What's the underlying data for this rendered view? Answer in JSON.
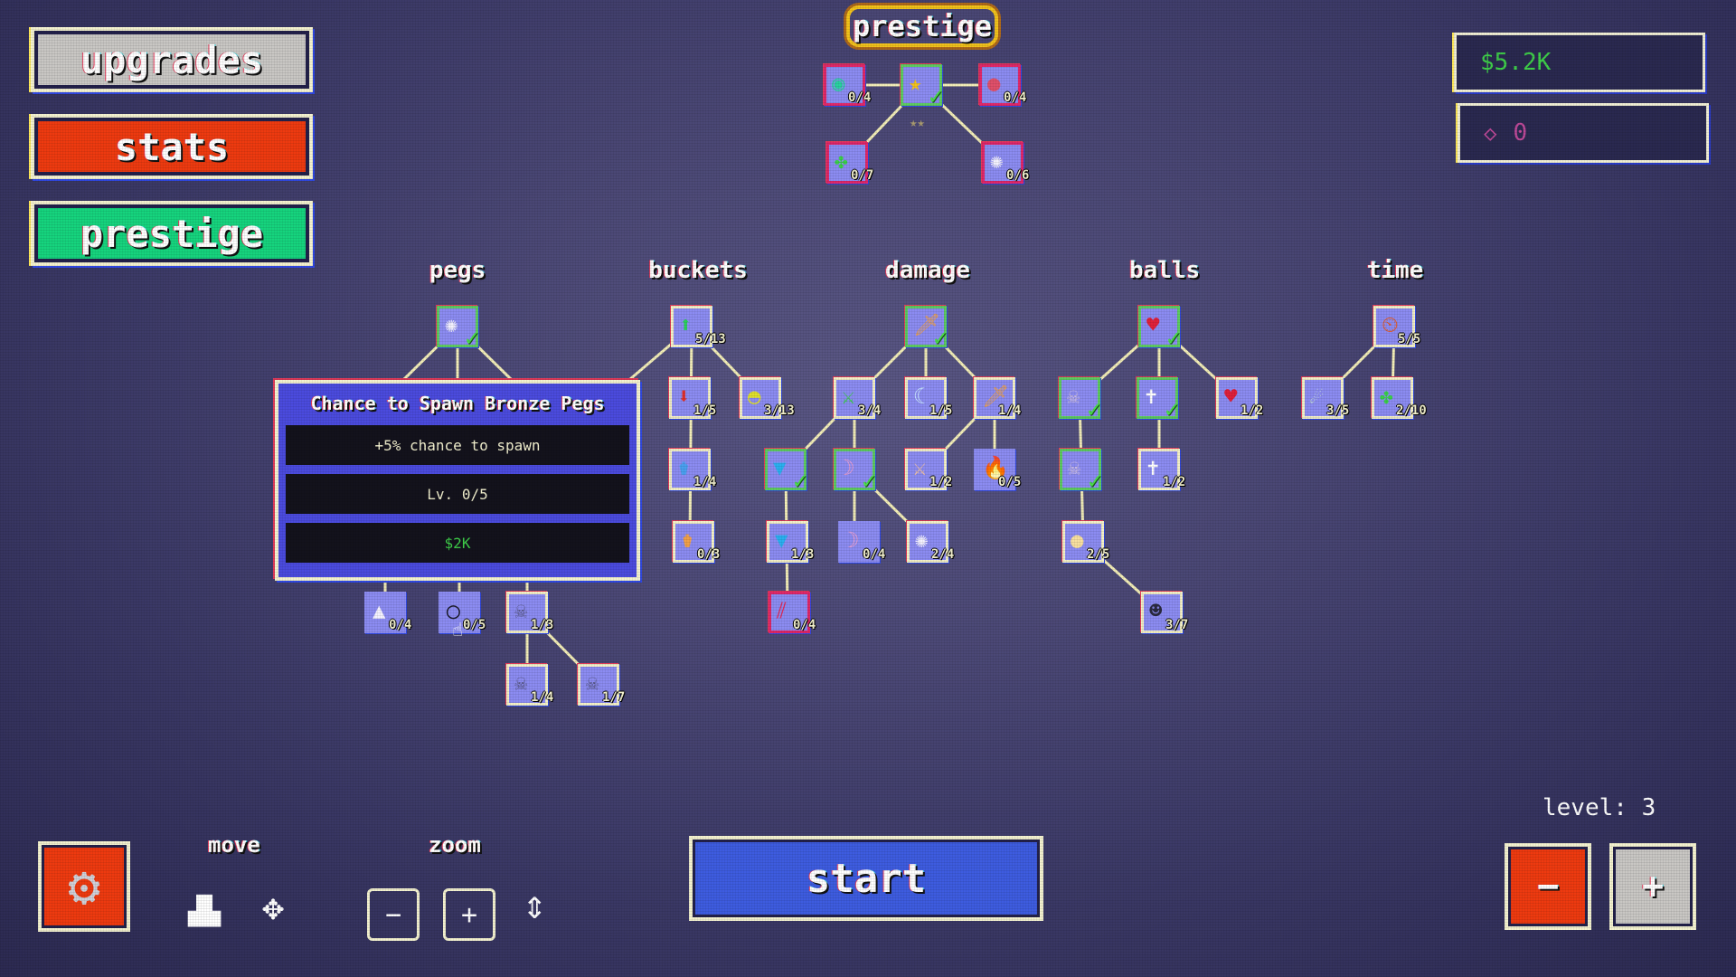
{
  "menu": {
    "upgrades": {
      "label": "upgrades",
      "color": "#c9c7c4"
    },
    "stats": {
      "label": "stats",
      "color": "#ee3a10"
    },
    "prestige": {
      "label": "prestige",
      "color": "#16d47e"
    }
  },
  "currency": {
    "money": "$5.2K",
    "money_color": "#3fcf4a",
    "gems": "0",
    "gem_icon": "diamond-icon",
    "gem_color": "#c04a9a"
  },
  "prestige_tree": {
    "title": "prestige",
    "nodes": [
      {
        "id": "p-lens",
        "icon": "magnifier-icon",
        "glyph": "🔍",
        "count": "0/4"
      },
      {
        "id": "p-star",
        "icon": "star-icon",
        "glyph": "★",
        "count": "",
        "purchased": true
      },
      {
        "id": "p-orb",
        "icon": "red-orb-icon",
        "glyph": "●",
        "count": "0/4"
      },
      {
        "id": "p-clover",
        "icon": "clover-icon",
        "glyph": "✤",
        "count": "0/7"
      },
      {
        "id": "p-peg",
        "icon": "peg-wheel-icon",
        "glyph": "✺",
        "count": "0/6"
      }
    ],
    "stars_hint": "★★"
  },
  "categories": [
    {
      "name": "pegs"
    },
    {
      "name": "buckets"
    },
    {
      "name": "damage"
    },
    {
      "name": "balls"
    },
    {
      "name": "time"
    }
  ],
  "pegs": [
    {
      "icon": "peg-wheel-icon",
      "glyph": "✺",
      "count": "",
      "purchased": true
    },
    {
      "icon": "triangle-peg-icon",
      "glyph": "▲",
      "count": "0/4"
    },
    {
      "icon": "bronze-ring-icon",
      "glyph": "◯",
      "count": "0/5"
    },
    {
      "icon": "skull-peg-icon",
      "glyph": "☠",
      "count": "1/3"
    },
    {
      "icon": "skull-peg-icon",
      "glyph": "☠",
      "count": "1/4"
    },
    {
      "icon": "skull-peg-icon",
      "glyph": "☠",
      "count": "1/7"
    }
  ],
  "buckets": [
    {
      "icon": "bucket-up-arrow-icon",
      "glyph": "⬆",
      "count": "5/13"
    },
    {
      "icon": "bucket-down-arrow-icon",
      "glyph": "⬇",
      "count": "1/5"
    },
    {
      "icon": "bucket-gold-icon",
      "glyph": "◓",
      "count": "3/13"
    },
    {
      "icon": "bucket-ball-icon",
      "glyph": "⚱",
      "count": "1/4"
    },
    {
      "icon": "bucket-plus-icon",
      "glyph": "⚱",
      "count": "0/3"
    }
  ],
  "damage": [
    {
      "icon": "sword-icon",
      "glyph": "🗡",
      "count": "",
      "purchased": true
    },
    {
      "icon": "green-sword-icon",
      "glyph": "⚔",
      "count": "3/4"
    },
    {
      "icon": "crescent-icon",
      "glyph": "☾",
      "count": "1/5"
    },
    {
      "icon": "sword-icon",
      "glyph": "🗡",
      "count": "1/4"
    },
    {
      "icon": "gem-funnel-icon",
      "glyph": "▼",
      "count": "",
      "purchased": true
    },
    {
      "icon": "scythe-icon",
      "glyph": "☽",
      "count": "",
      "purchased": true
    },
    {
      "icon": "sparkle-sword-icon",
      "glyph": "⚔",
      "count": "1/2"
    },
    {
      "icon": "fire-sword-icon",
      "glyph": "🔥",
      "count": "0/5"
    },
    {
      "icon": "gem-funnel-icon",
      "glyph": "▼",
      "count": "1/3"
    },
    {
      "icon": "scythe-icon",
      "glyph": "☽",
      "count": "0/4"
    },
    {
      "icon": "peg-wheel-icon",
      "glyph": "✺",
      "count": "2/4"
    },
    {
      "icon": "red-slash-icon",
      "glyph": "⫽",
      "count": "0/4"
    }
  ],
  "balls": [
    {
      "icon": "heart-ball-icon",
      "glyph": "♥",
      "count": "",
      "purchased": true
    },
    {
      "icon": "skull-ball-icon",
      "glyph": "☠",
      "count": "",
      "purchased": true
    },
    {
      "icon": "cross-icon",
      "glyph": "✝",
      "count": "",
      "purchased": true
    },
    {
      "icon": "heart-ball-icon",
      "glyph": "♥",
      "count": "1/2"
    },
    {
      "icon": "skull-ball-icon",
      "glyph": "☠",
      "count": "",
      "purchased": true
    },
    {
      "icon": "cross-icon",
      "glyph": "✝",
      "count": "1/2"
    },
    {
      "icon": "gold-ball-icon",
      "glyph": "●",
      "count": "2/5"
    },
    {
      "icon": "dark-skull-ball-icon",
      "glyph": "☻",
      "count": "3/7"
    }
  ],
  "time": [
    {
      "icon": "clock-up-icon",
      "glyph": "⏲",
      "count": "5/5"
    },
    {
      "icon": "comet-ball-icon",
      "glyph": "☄",
      "count": "3/5"
    },
    {
      "icon": "clover-icon",
      "glyph": "✤",
      "count": "2/10"
    }
  ],
  "tooltip": {
    "title": "Chance to Spawn Bronze Pegs",
    "description": "+5% chance to spawn",
    "level": "Lv. 0/5",
    "cost": "$2K",
    "cost_color": "#3fcf4a"
  },
  "controls": {
    "move_label": "move",
    "zoom_label": "zoom",
    "zoom_out": "−",
    "zoom_in": "+",
    "start_label": "start",
    "level_label": "level: 3",
    "level_minus": "−",
    "level_plus": "+"
  }
}
